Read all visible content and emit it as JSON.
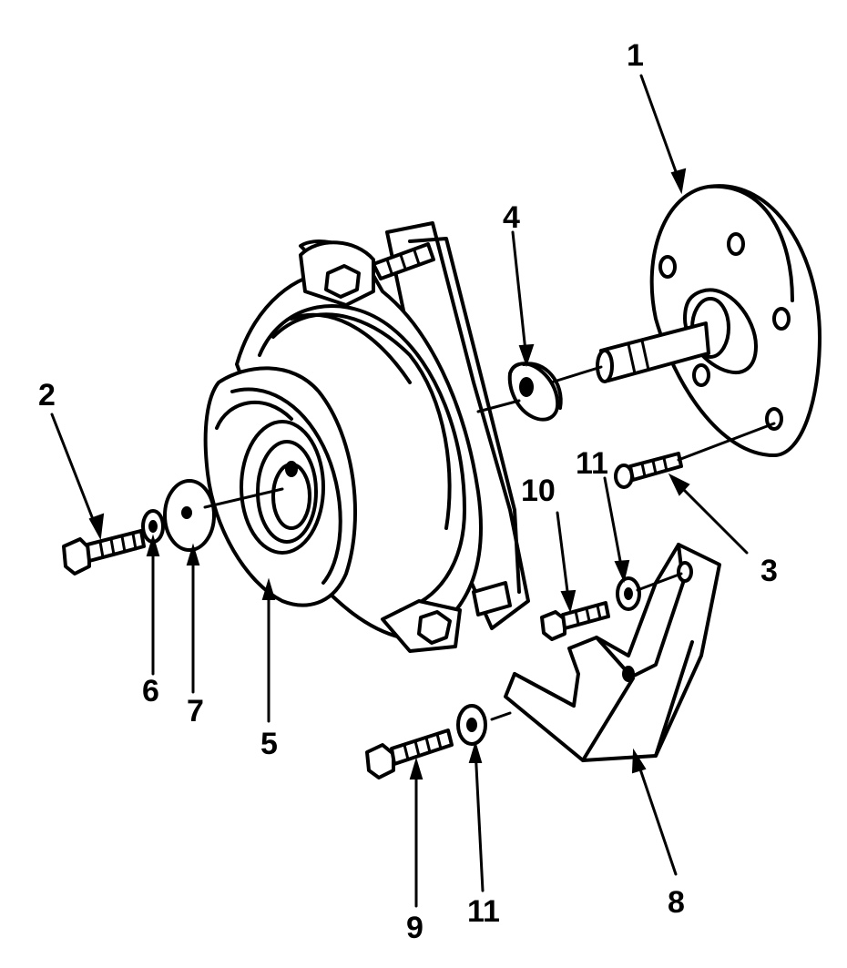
{
  "callouts": [
    {
      "id": "c1",
      "label": "1"
    },
    {
      "id": "c2",
      "label": "2"
    },
    {
      "id": "c3",
      "label": "3"
    },
    {
      "id": "c4",
      "label": "4"
    },
    {
      "id": "c5",
      "label": "5"
    },
    {
      "id": "c6",
      "label": "6"
    },
    {
      "id": "c7",
      "label": "7"
    },
    {
      "id": "c8",
      "label": "8"
    },
    {
      "id": "c9",
      "label": "9"
    },
    {
      "id": "c10",
      "label": "10"
    },
    {
      "id": "c11a",
      "label": "11"
    },
    {
      "id": "c11b",
      "label": "11"
    }
  ]
}
